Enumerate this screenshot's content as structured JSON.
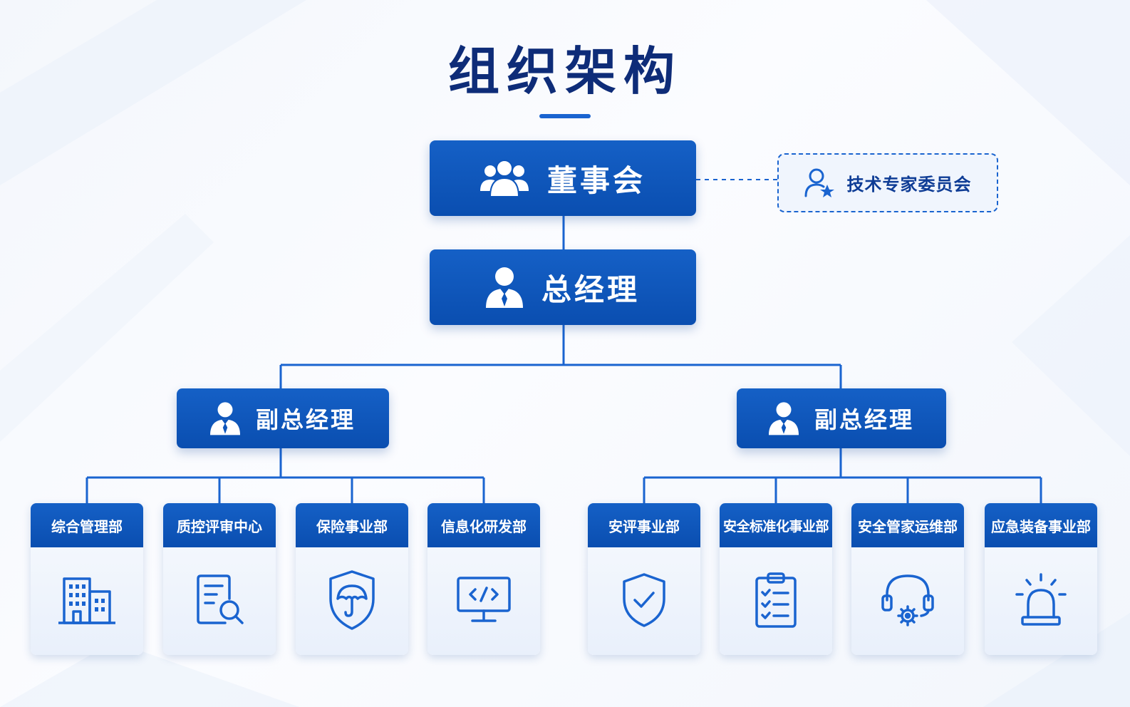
{
  "title": "组织架构",
  "board": {
    "label": "董事会",
    "icon": "people-group-icon"
  },
  "committee": {
    "label": "技术专家委员会",
    "icon": "user-star-icon"
  },
  "general_manager": {
    "label": "总经理",
    "icon": "manager-icon"
  },
  "deputy_managers": [
    {
      "label": "副总经理",
      "icon": "manager-icon"
    },
    {
      "label": "副总经理",
      "icon": "manager-icon"
    }
  ],
  "departments": [
    {
      "label": "综合管理部",
      "icon": "building-icon"
    },
    {
      "label": "质控评审中心",
      "icon": "document-search-icon"
    },
    {
      "label": "保险事业部",
      "icon": "shield-umbrella-icon"
    },
    {
      "label": "信息化研发部",
      "icon": "monitor-code-icon"
    },
    {
      "label": "安评事业部",
      "icon": "shield-check-icon"
    },
    {
      "label": "安全标准化事业部",
      "icon": "clipboard-checklist-icon"
    },
    {
      "label": "安全管家运维部",
      "icon": "headset-gear-icon"
    },
    {
      "label": "应急装备事业部",
      "icon": "alarm-light-icon"
    }
  ],
  "colors": {
    "primary": "#0a4eb0",
    "title": "#0e2c78",
    "line": "#1a64d0",
    "card_bg": "#edf3fc"
  }
}
